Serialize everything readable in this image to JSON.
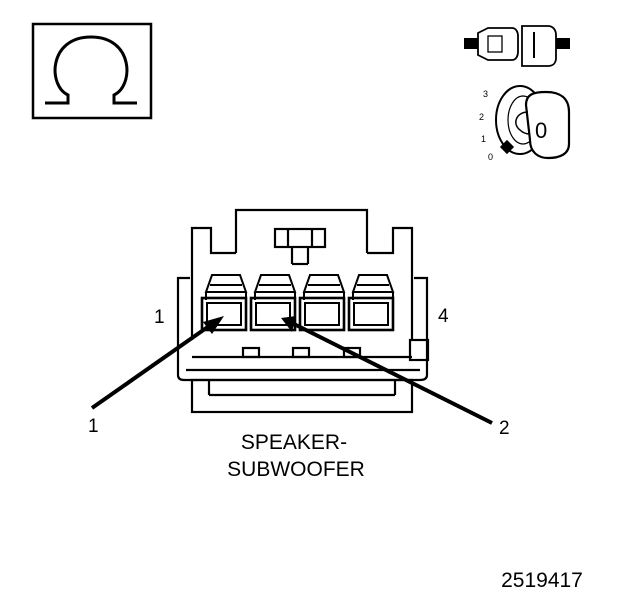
{
  "connector": {
    "name_line1": "SPEAKER-",
    "name_line2": "SUBWOOFER",
    "pin_first": "1",
    "pin_last": "4"
  },
  "callouts": [
    "1",
    "2"
  ],
  "key_switch": {
    "positions": [
      "3",
      "2",
      "1",
      "0"
    ],
    "key_label": "0"
  },
  "figure_number": "2519417"
}
